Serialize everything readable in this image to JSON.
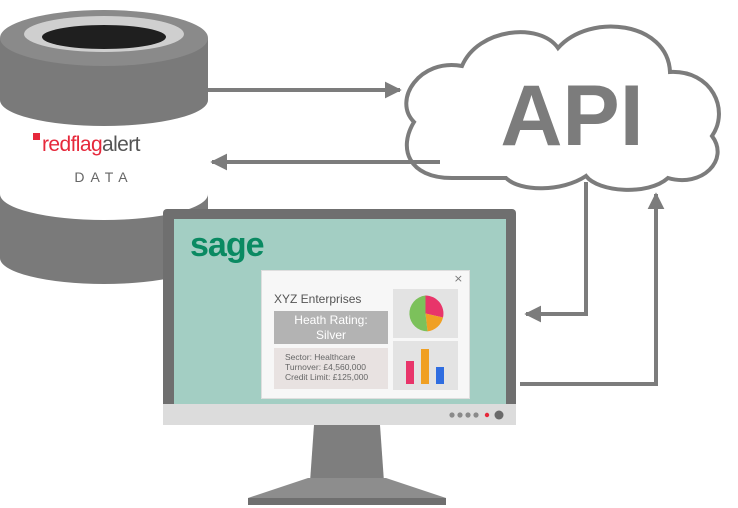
{
  "database": {
    "brand": "redflagalert",
    "brand_parts": [
      "red",
      "flag",
      "alert"
    ],
    "subtitle": "DATA"
  },
  "cloud": {
    "label": "API"
  },
  "monitor": {
    "app_logo": "sage",
    "popup": {
      "close_symbol": "×",
      "company": "XYZ Enterprises",
      "rating_line1": "Heath Rating:",
      "rating_line2": "Silver",
      "details": [
        "Sector: Healthcare",
        "Turnover: £4,560,000",
        "Credit Limit: £125,000"
      ]
    }
  },
  "colors": {
    "arrow": "#7c7c7c",
    "brand_red": "#e6283b",
    "sage_green": "#0a8a62",
    "screen": "#a3cec3",
    "cylinder": "#7a7a7a",
    "pie": [
      "#e8356a",
      "#f0a023",
      "#7cc15b"
    ],
    "bars": [
      "#e8356a",
      "#f0a023",
      "#2f6de0"
    ]
  }
}
